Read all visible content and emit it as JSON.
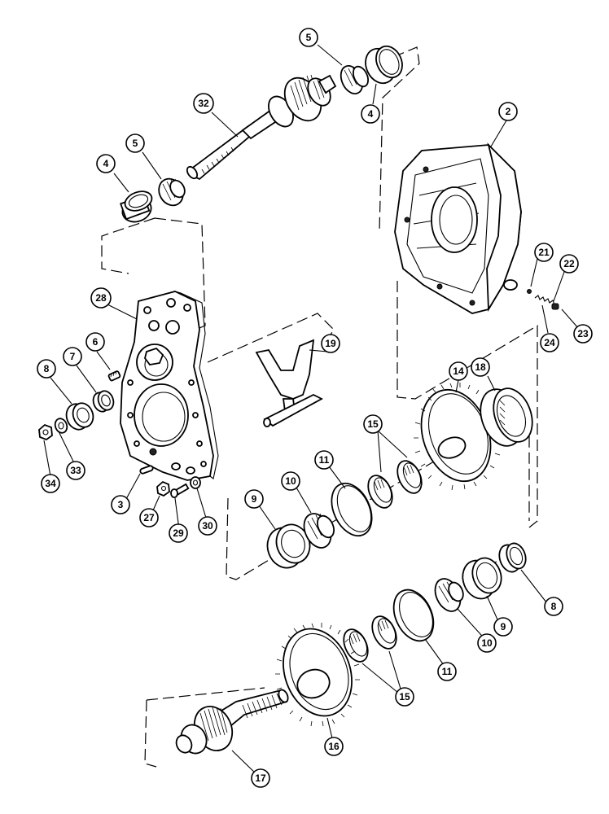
{
  "diagram": {
    "callouts": [
      {
        "id": "c5a",
        "label": "5"
      },
      {
        "id": "c4a",
        "label": "4"
      },
      {
        "id": "c32",
        "label": "32"
      },
      {
        "id": "c5b",
        "label": "5"
      },
      {
        "id": "c4b",
        "label": "4"
      },
      {
        "id": "c2",
        "label": "2"
      },
      {
        "id": "c28",
        "label": "28"
      },
      {
        "id": "c21",
        "label": "21"
      },
      {
        "id": "c22",
        "label": "22"
      },
      {
        "id": "c24",
        "label": "24"
      },
      {
        "id": "c23",
        "label": "23"
      },
      {
        "id": "c19",
        "label": "19"
      },
      {
        "id": "c6",
        "label": "6"
      },
      {
        "id": "c7",
        "label": "7"
      },
      {
        "id": "c8a",
        "label": "8"
      },
      {
        "id": "c14",
        "label": "14"
      },
      {
        "id": "c18",
        "label": "18"
      },
      {
        "id": "c15a",
        "label": "15"
      },
      {
        "id": "c11a",
        "label": "11"
      },
      {
        "id": "c10a",
        "label": "10"
      },
      {
        "id": "c9a",
        "label": "9"
      },
      {
        "id": "c33",
        "label": "33"
      },
      {
        "id": "c34",
        "label": "34"
      },
      {
        "id": "c3",
        "label": "3"
      },
      {
        "id": "c27",
        "label": "27"
      },
      {
        "id": "c29",
        "label": "29"
      },
      {
        "id": "c30",
        "label": "30"
      },
      {
        "id": "c8b",
        "label": "8"
      },
      {
        "id": "c9b",
        "label": "9"
      },
      {
        "id": "c10b",
        "label": "10"
      },
      {
        "id": "c11b",
        "label": "11"
      },
      {
        "id": "c15b",
        "label": "15"
      },
      {
        "id": "c16",
        "label": "16"
      },
      {
        "id": "c17",
        "label": "17"
      }
    ]
  }
}
